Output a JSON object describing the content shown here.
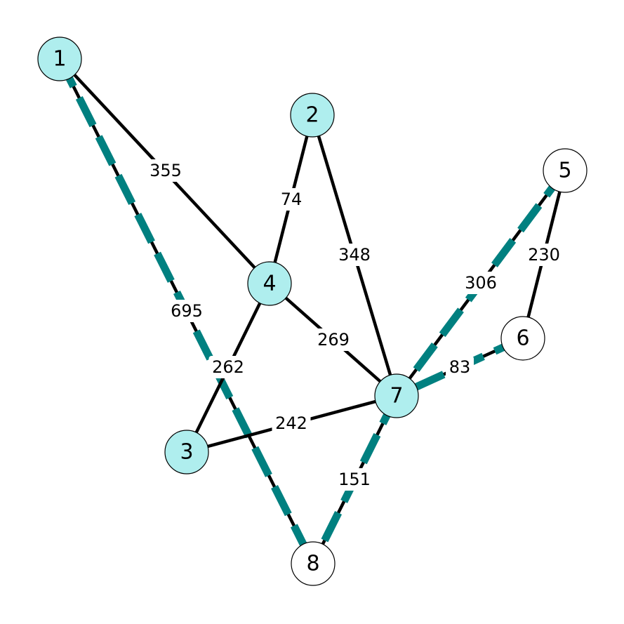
{
  "colors": {
    "highlight_node": "#afeeee",
    "plain_node": "#ffffff",
    "highlight_edge": "#008080",
    "edge": "#000000"
  },
  "nodes": [
    {
      "id": "1",
      "label": "1",
      "highlighted": true
    },
    {
      "id": "2",
      "label": "2",
      "highlighted": true
    },
    {
      "id": "3",
      "label": "3",
      "highlighted": true
    },
    {
      "id": "4",
      "label": "4",
      "highlighted": true
    },
    {
      "id": "5",
      "label": "5",
      "highlighted": false
    },
    {
      "id": "6",
      "label": "6",
      "highlighted": false
    },
    {
      "id": "7",
      "label": "7",
      "highlighted": true
    },
    {
      "id": "8",
      "label": "8",
      "highlighted": false
    }
  ],
  "edges": [
    {
      "source": "1",
      "target": "4",
      "weight": "355",
      "highlighted": false
    },
    {
      "source": "1",
      "target": "8",
      "weight": "695",
      "highlighted": true
    },
    {
      "source": "2",
      "target": "4",
      "weight": "74",
      "highlighted": false
    },
    {
      "source": "2",
      "target": "7",
      "weight": "348",
      "highlighted": false
    },
    {
      "source": "4",
      "target": "7",
      "weight": "269",
      "highlighted": false
    },
    {
      "source": "4",
      "target": "3",
      "weight": "262",
      "highlighted": false
    },
    {
      "source": "3",
      "target": "7",
      "weight": "242",
      "highlighted": false
    },
    {
      "source": "5",
      "target": "7",
      "weight": "306",
      "highlighted": true
    },
    {
      "source": "5",
      "target": "6",
      "weight": "230",
      "highlighted": false
    },
    {
      "source": "6",
      "target": "7",
      "weight": "83",
      "highlighted": true
    },
    {
      "source": "7",
      "target": "8",
      "weight": "151",
      "highlighted": true
    }
  ]
}
